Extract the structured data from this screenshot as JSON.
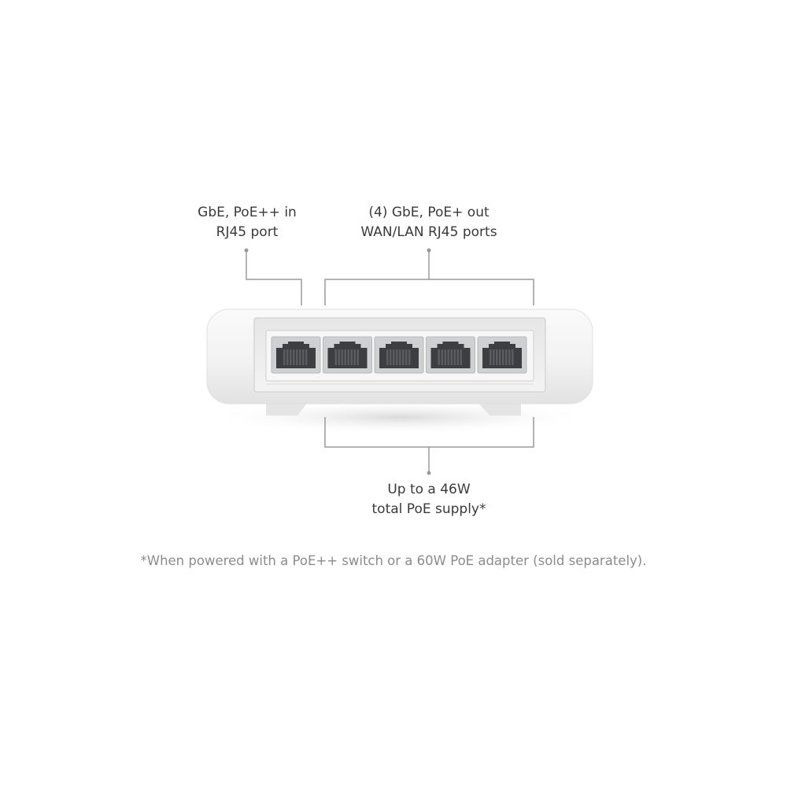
{
  "callouts": {
    "input_port": {
      "line1": "GbE, PoE++ in",
      "line2": "RJ45 port"
    },
    "output_ports": {
      "line1": "(4) GbE, PoE+ out",
      "line2": "WAN/LAN RJ45 ports"
    },
    "poe_supply": {
      "line1": "Up to a 46W",
      "line2": "total PoE supply*"
    }
  },
  "footnote": "*When powered with a PoE++ switch or a 60W PoE adapter (sold separately).",
  "device": {
    "port_count": 5,
    "body_color": "#f4f4f4",
    "port_color": "#3c3e42"
  }
}
